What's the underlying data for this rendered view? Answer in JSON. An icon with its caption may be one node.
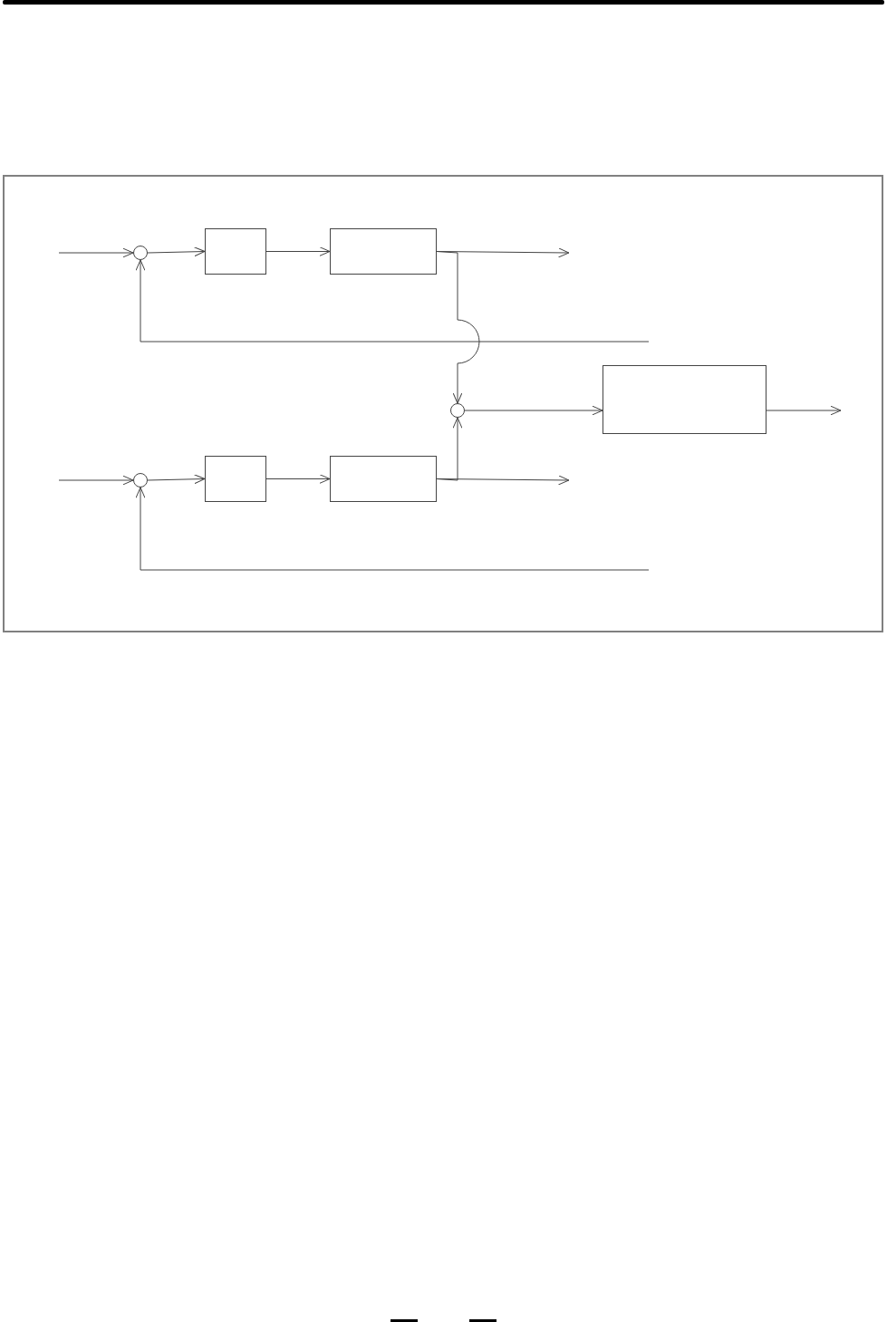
{
  "diagram": {
    "nodes": [
      {
        "text": [],
        "shape": "circle"
      },
      {
        "text": [],
        "shape": "box"
      },
      {
        "text": [],
        "shape": "box"
      },
      {
        "text": [],
        "shape": "circle"
      },
      {
        "text": [],
        "shape": "box"
      },
      {
        "text": [],
        "shape": "circle"
      },
      {
        "text": [],
        "shape": "box"
      },
      {
        "text": [],
        "shape": "box"
      }
    ],
    "edges": [
      {
        "from": null,
        "to": 0,
        "arrow": "to"
      },
      {
        "from": 0,
        "to": 1,
        "arrow": "to"
      },
      {
        "from": 1,
        "to": 2,
        "arrow": "to"
      },
      {
        "from": 2,
        "to": null,
        "arrow": "to"
      },
      {
        "from": 2,
        "to": 3,
        "arrow": "to"
      },
      {
        "from": null,
        "to": 0,
        "arrow": "to"
      },
      {
        "from": 3,
        "to": 4,
        "arrow": "to"
      },
      {
        "from": 4,
        "to": null,
        "arrow": "to"
      },
      {
        "from": null,
        "to": 5,
        "arrow": "to"
      },
      {
        "from": 5,
        "to": 6,
        "arrow": "to"
      },
      {
        "from": 6,
        "to": 7,
        "arrow": "to"
      },
      {
        "from": 7,
        "to": null,
        "arrow": "to"
      },
      {
        "from": 7,
        "to": 3,
        "arrow": "to"
      },
      {
        "from": null,
        "to": 5,
        "arrow": "to"
      }
    ]
  }
}
